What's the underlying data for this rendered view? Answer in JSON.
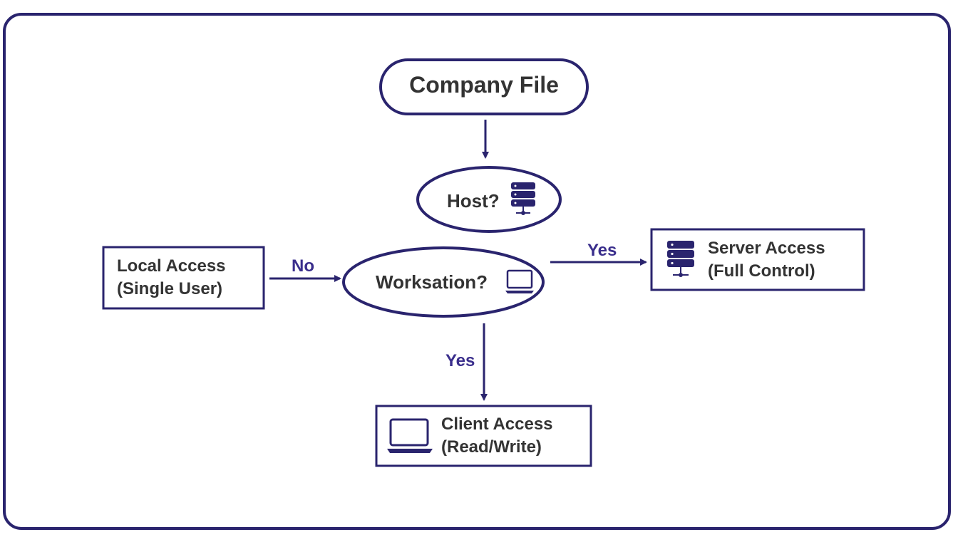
{
  "colors": {
    "stroke": "#2a246e",
    "text": "#333333",
    "edge_label": "#3a2e8c"
  },
  "nodes": {
    "start": {
      "label": "Company File"
    },
    "host": {
      "label": "Host?",
      "icon": "server-icon"
    },
    "workstation": {
      "label": "Worksation?",
      "icon": "laptop-icon"
    },
    "local": {
      "line1": "Local Access",
      "line2": "(Single User)"
    },
    "server": {
      "line1": "Server Access",
      "line2": "(Full Control)",
      "icon": "server-icon"
    },
    "client": {
      "line1": "Client Access",
      "line2": "(Read/Write)",
      "icon": "laptop-icon"
    }
  },
  "edges": {
    "local_to_workstation": "No",
    "workstation_to_server": "Yes",
    "workstation_to_client": "Yes"
  }
}
